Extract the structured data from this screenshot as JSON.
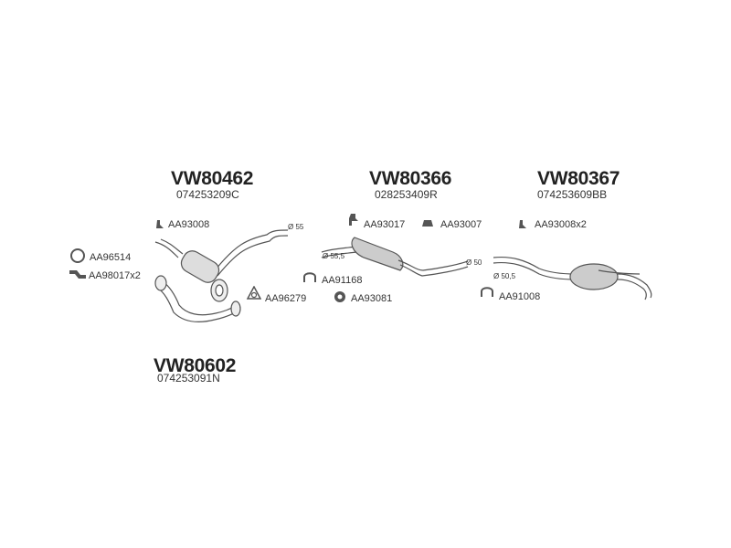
{
  "assemblies": [
    {
      "code": "VW80462",
      "oem": "074253209C"
    },
    {
      "code": "VW80366",
      "oem": "028253409R"
    },
    {
      "code": "VW80367",
      "oem": "074253609BB"
    },
    {
      "code": "VW80602",
      "oem": "074253091N"
    }
  ],
  "parts": {
    "p1": "AA93008",
    "p2": "AA96514",
    "p3": "AA98017x2",
    "p4": "AA96279",
    "p5": "AA93017",
    "p6": "AA93007",
    "p7": "AA91168",
    "p8": "AA93081",
    "p9": "AA93008x2",
    "p10": "AA91008"
  },
  "dims": {
    "d1": "Ø 55",
    "d2": "Ø 55,5",
    "d3": "Ø 50",
    "d4": "Ø 50,5"
  },
  "icons": [
    "hanger-icon",
    "ring-icon",
    "gasket-icon",
    "flange-gasket-icon",
    "clamp-icon",
    "bracket-icon"
  ],
  "colors": {
    "stroke": "#555555",
    "fill": "#cccccc",
    "text": "#333333"
  }
}
